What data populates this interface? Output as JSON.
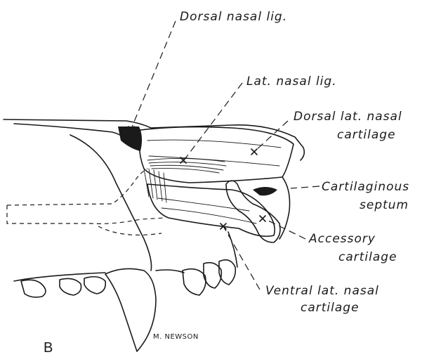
{
  "labels": {
    "dorsal_nasal_lig": "Dorsal nasal lig.",
    "lat_nasal_lig": "Lat. nasal lig.",
    "dorsal_lat_nasal_cartilage_1": "Dorsal lat. nasal",
    "dorsal_lat_nasal_cartilage_2": "cartilage",
    "cartilaginous_septum_1": "Cartilaginous",
    "cartilaginous_septum_2": "septum",
    "accessory_cartilage_1": "Accessory",
    "accessory_cartilage_2": "cartilage",
    "ventral_lat_nasal_cartilage_1": "Ventral lat. nasal",
    "ventral_lat_nasal_cartilage_2": "cartilage"
  },
  "panel_letter": "B",
  "signature": "M. NEWSON",
  "colors": {
    "ink": "#1a1a1a",
    "background": "#ffffff"
  }
}
